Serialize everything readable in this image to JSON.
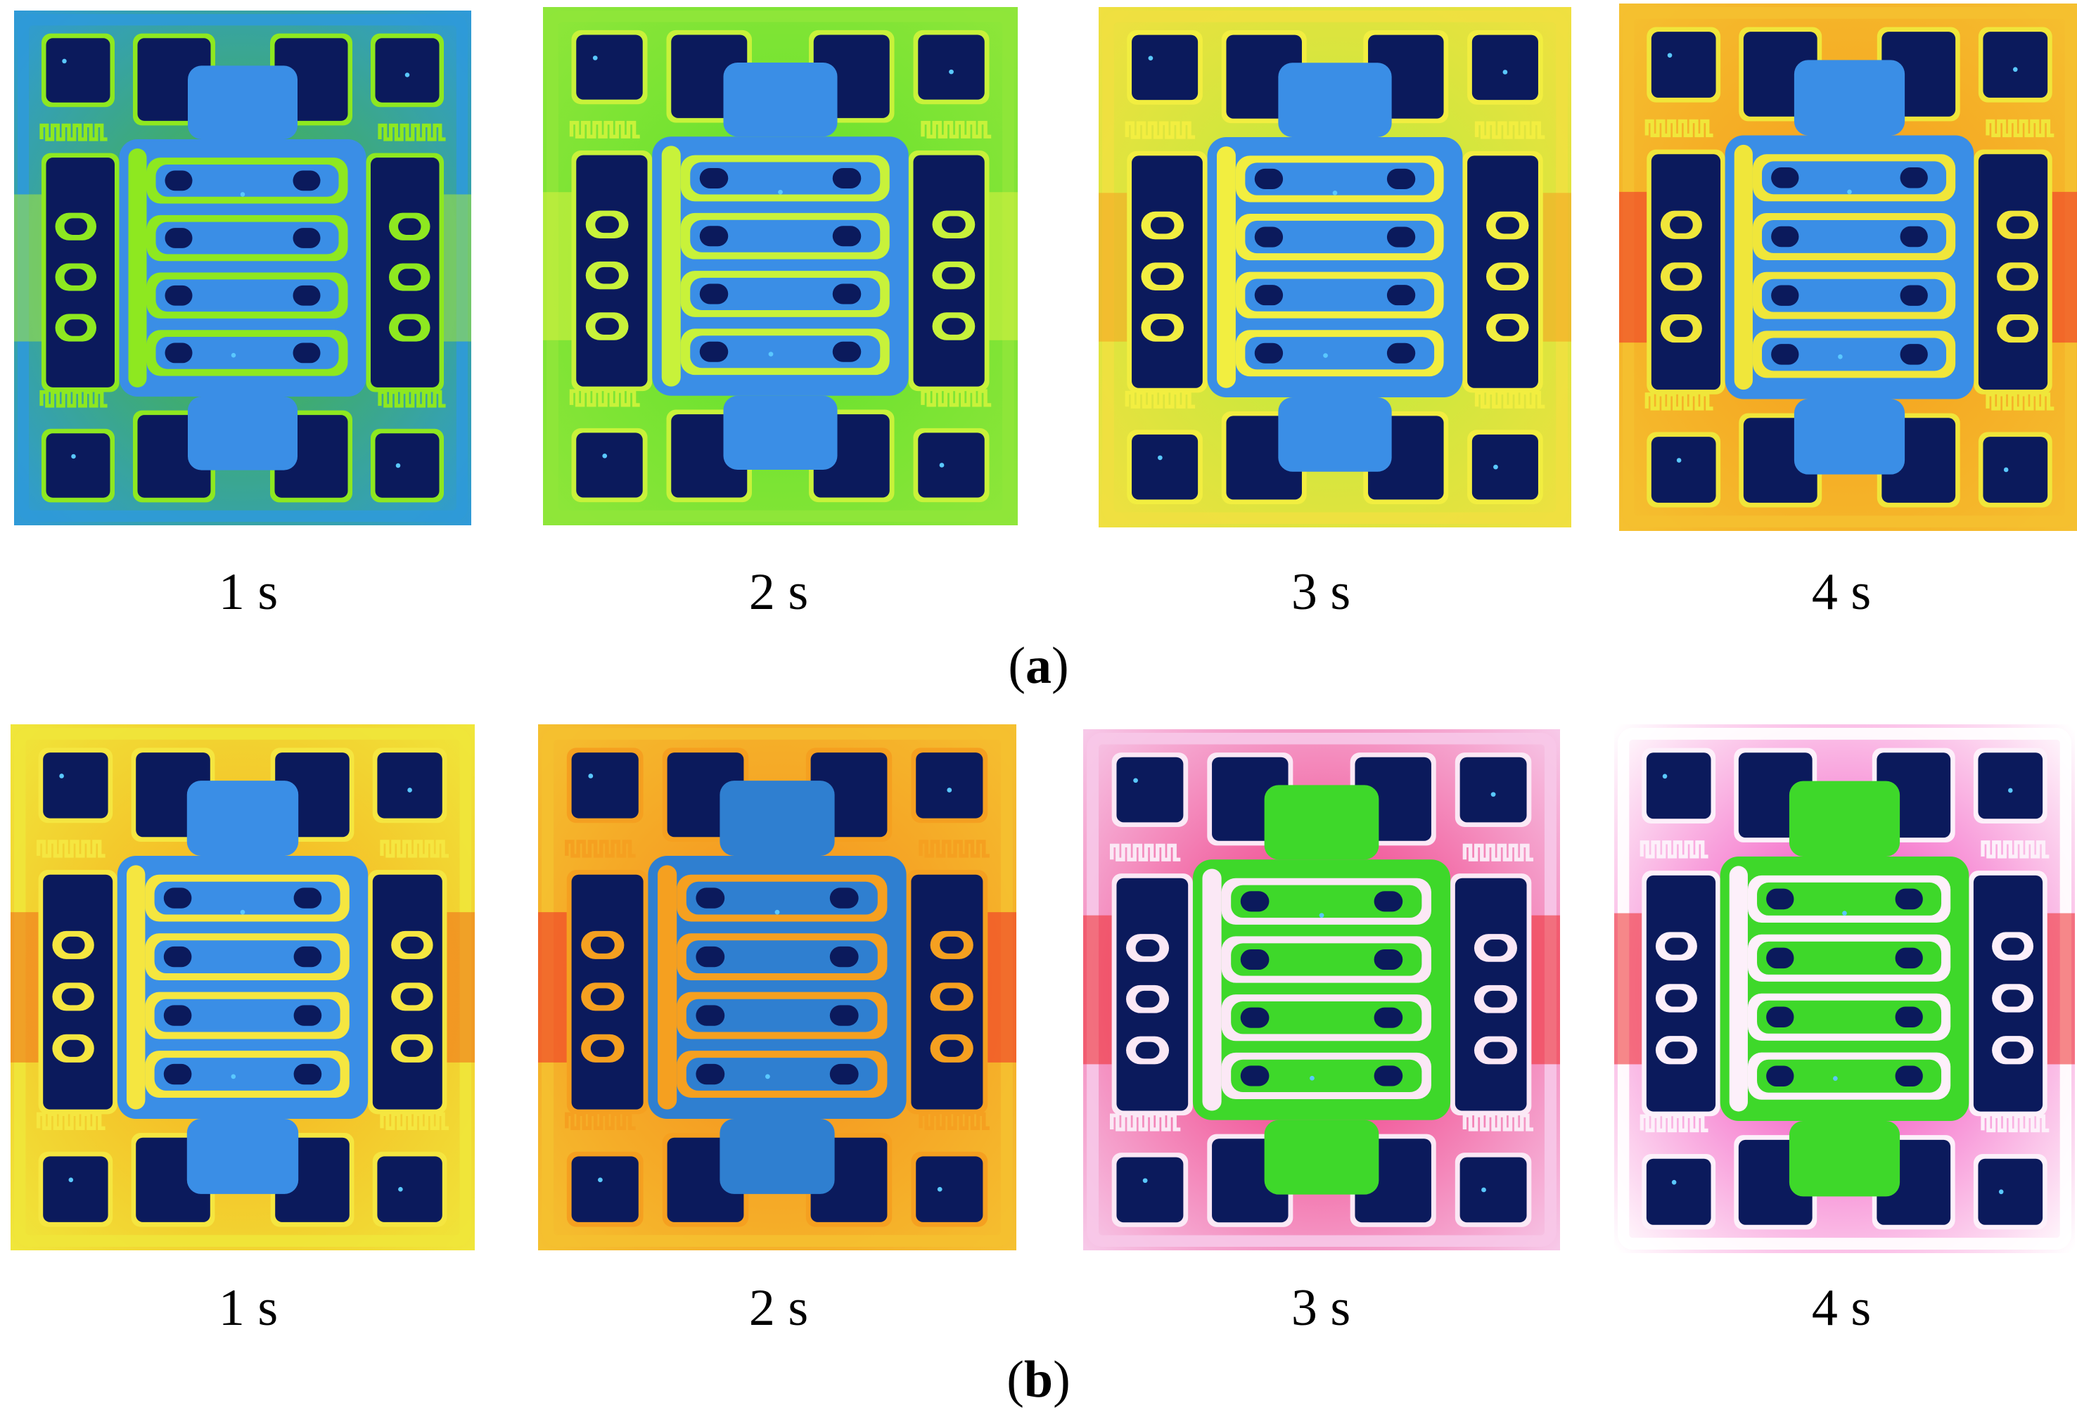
{
  "rows": [
    {
      "label_open": "(",
      "label_letter": "a",
      "label_close": ")",
      "panels": [
        {
          "time": "1 s",
          "palette": {
            "bg": "#4ab82a",
            "edge": "#2f9ad8",
            "ring": "#8ee820",
            "trace": "#3a8ee6",
            "pad": "#0b1a5c",
            "hot": "#a8e83a",
            "spot": "#5ac8ff"
          }
        },
        {
          "time": "2 s",
          "palette": {
            "bg": "#5ee02a",
            "edge": "#8fe63a",
            "ring": "#c8f23a",
            "trace": "#3a8ee6",
            "pad": "#0b1a5c",
            "hot": "#d8f040",
            "spot": "#5ac8ff"
          }
        },
        {
          "time": "3 s",
          "palette": {
            "bg": "#b8ec3a",
            "edge": "#f0e040",
            "ring": "#f2ee40",
            "trace": "#3a8ee6",
            "pad": "#0b1a5c",
            "hot": "#f5a020",
            "spot": "#5ac8ff"
          }
        },
        {
          "time": "4 s",
          "palette": {
            "bg": "#f59a1a",
            "edge": "#f5c030",
            "ring": "#f0e63a",
            "trace": "#3a8ee6",
            "pad": "#0b1a5c",
            "hot": "#ef2a2a",
            "spot": "#5ac8ff"
          }
        }
      ]
    },
    {
      "label_open": "(",
      "label_letter": "b",
      "label_close": ")",
      "panels": [
        {
          "time": "1 s",
          "palette": {
            "bg": "#f7a81c",
            "edge": "#f0e63a",
            "ring": "#f5e640",
            "trace": "#3a8ee6",
            "pad": "#0b1a5c",
            "hot": "#f06a1a",
            "spot": "#5ac8ff"
          }
        },
        {
          "time": "2 s",
          "palette": {
            "bg": "#f58a1a",
            "edge": "#f5c030",
            "ring": "#f5a020",
            "trace": "#2f7fd0",
            "pad": "#0b1a5c",
            "hot": "#ef2a2a",
            "spot": "#5ac8ff"
          }
        },
        {
          "time": "3 s",
          "palette": {
            "bg": "#ee1f70",
            "edge": "#f7c8e8",
            "ring": "#fbe8f5",
            "trace": "#3ed82a",
            "pad": "#0b1a5c",
            "hot": "#ef2a2a",
            "spot": "#5ac8ff"
          }
        },
        {
          "time": "4 s",
          "palette": {
            "bg": "#f02ab0",
            "edge": "#ffffff",
            "ring": "#fdf0fa",
            "trace": "#3ed82a",
            "pad": "#0b1a5c",
            "hot": "#ef2a2a",
            "spot": "#5ac8ff"
          }
        }
      ]
    }
  ]
}
